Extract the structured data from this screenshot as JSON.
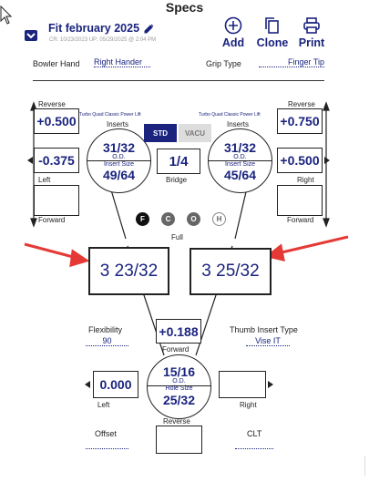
{
  "page_title": "Specs",
  "spec": {
    "name": "Fit february 2025",
    "meta": "CR: 10/23/2023 UP: 05/29/2025 @ 2:04 PM"
  },
  "toolbar": {
    "add": "Add",
    "clone": "Clone",
    "print": "Print"
  },
  "bowler_hand": {
    "label": "Bowler Hand",
    "value": "Right Hander"
  },
  "grip_type": {
    "label": "Grip Type",
    "value": "Finger Tip"
  },
  "left_finger": {
    "reverse_label": "Reverse",
    "reverse_value": "+0.500",
    "insert_product": "Turbo Quad Classic Power Lift",
    "inserts_label": "Inserts",
    "left_value": "-0.375",
    "left_label": "Left",
    "forward_label": "Forward",
    "forward_value": "",
    "od_value": "31/32",
    "od_label": "O.D.",
    "insert_size_label": "Insert Size",
    "insert_size_value": "49/64"
  },
  "right_finger": {
    "reverse_label": "Reverse",
    "reverse_value": "+0.750",
    "insert_product": "Turbo Quad Classic Power Lift",
    "inserts_label": "Inserts",
    "right_value": "+0.500",
    "right_label": "Right",
    "forward_label": "Forward",
    "forward_value": "",
    "od_value": "31/32",
    "od_label": "O.D.",
    "insert_size_label": "Insert Size",
    "insert_size_value": "45/64"
  },
  "insert_type": {
    "std": "STD",
    "vacu": "VACU",
    "selected": "STD"
  },
  "bridge": {
    "value": "1/4",
    "label": "Bridge"
  },
  "balls": {
    "options": [
      "F",
      "C",
      "O",
      "H"
    ],
    "selected": "F",
    "label": "Full",
    "colors": {
      "F": "#111111",
      "C": "#666666",
      "O": "#666666",
      "H": "#ffffff"
    }
  },
  "span": {
    "left": "3 23/32",
    "right": "3 25/32"
  },
  "flexibility": {
    "label": "Flexibility",
    "value": "90"
  },
  "thumb_insert_type": {
    "label": "Thumb Insert Type",
    "value": "Vise IT"
  },
  "thumb": {
    "forward_value": "+0.188",
    "forward_label": "Forward",
    "left_value": "0.000",
    "left_label": "Left",
    "right_value": "",
    "right_label": "Right",
    "od_value": "15/16",
    "od_label": "O.D.",
    "hole_size_label": "Hole Size",
    "hole_size_value": "25/32",
    "reverse_label": "Reverse",
    "reverse_value": ""
  },
  "offset": {
    "label": "Offset",
    "value": ""
  },
  "clt": {
    "label": "CLT",
    "value": ""
  },
  "colors": {
    "navy": "#1a237e",
    "annotation_red": "#e53935",
    "std_bg": "#1a237e",
    "vacu_bg": "#dddddd"
  }
}
